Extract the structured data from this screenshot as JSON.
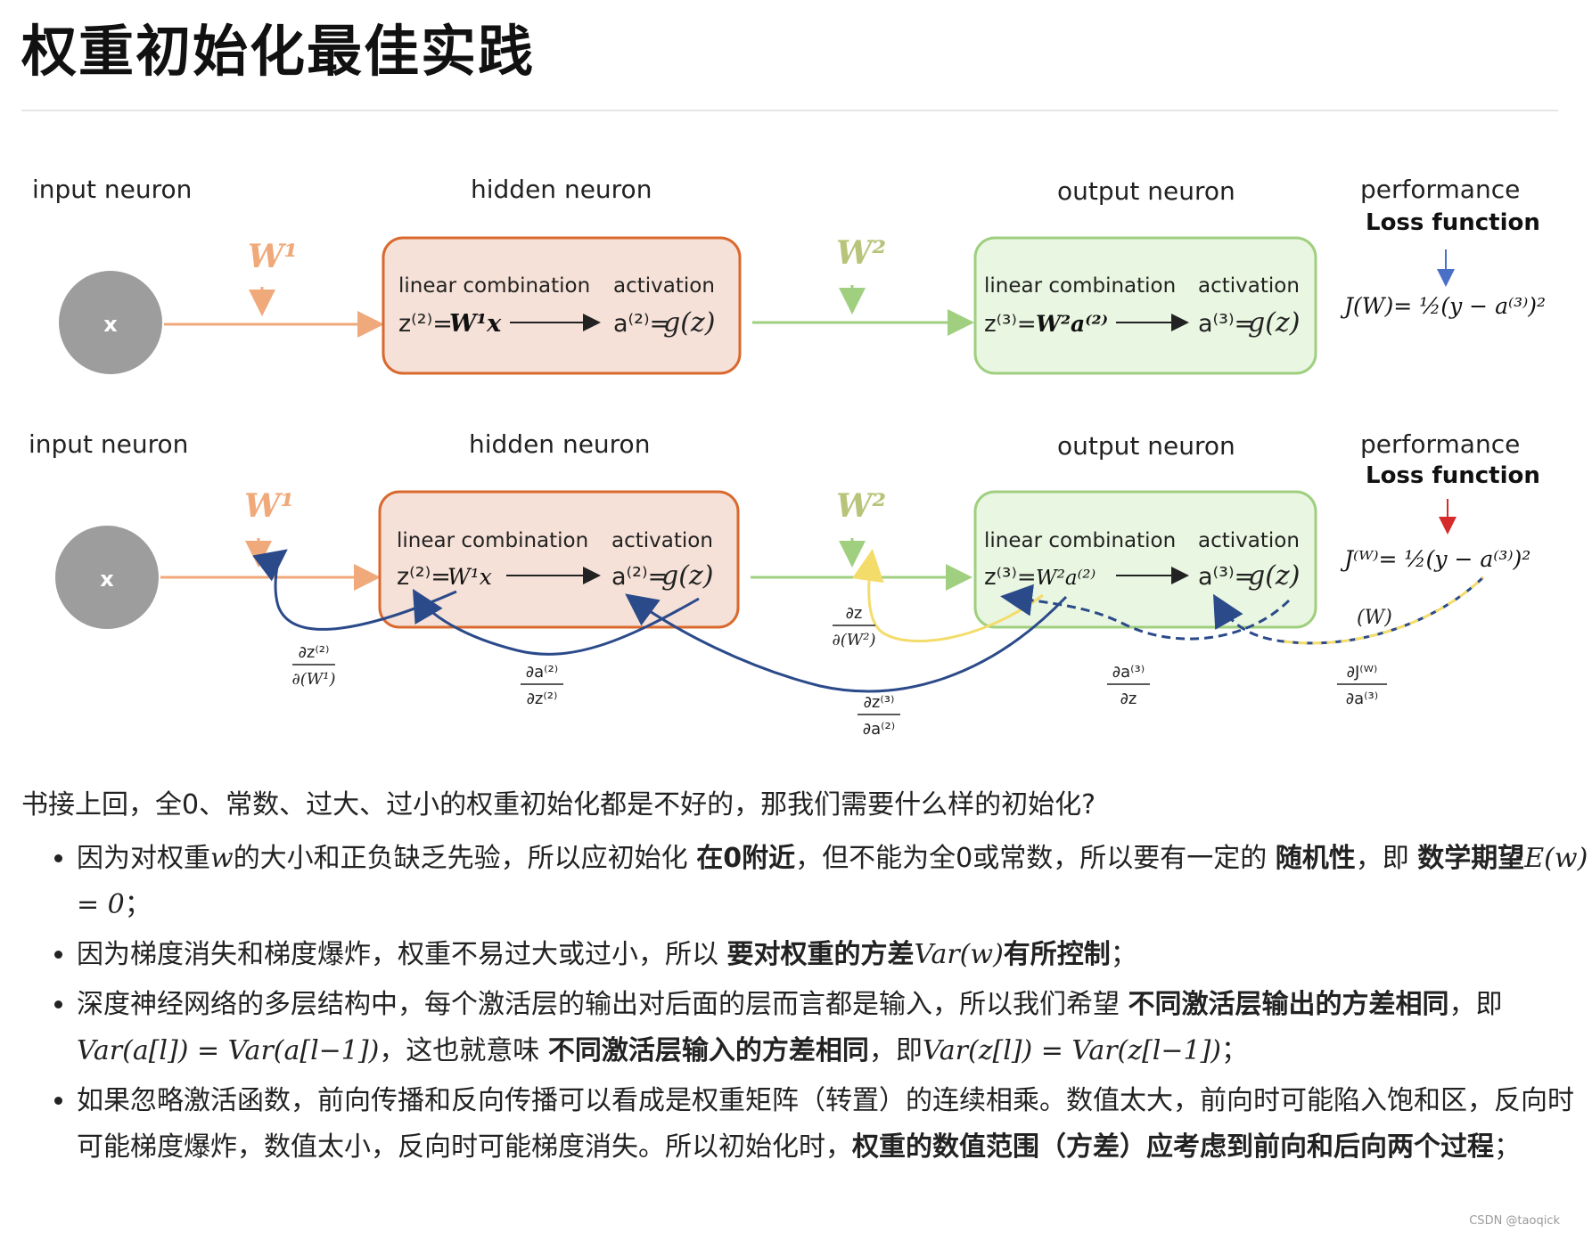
{
  "title": "权重初始化最佳实践",
  "diagram": {
    "labels": {
      "input": "input neuron",
      "hidden": "hidden neuron",
      "output": "output neuron",
      "performance": "performance",
      "loss": "Loss function",
      "x": "x",
      "w1": "W¹",
      "w2": "W²",
      "linear": "linear combination",
      "activation": "activation",
      "z2_a": "z⁽²⁾=",
      "z2_b": "W¹x",
      "a2_a": "a⁽²⁾=",
      "g_z": "g(z)",
      "z3_a": "z⁽³⁾=",
      "z3_b": "W²a⁽²⁾",
      "a3_a": "a⁽³⁾=",
      "loss_formula": "J(W)= ½(y − a⁽³⁾)²",
      "loss_formula2": "J⁽ᵂ⁾= ½(y − a⁽³⁾)²",
      "w_label": "(W)"
    },
    "derivatives": {
      "d1_num": "∂z⁽²⁾",
      "d1_den": "∂(W¹)",
      "d2_num": "∂a⁽²⁾",
      "d2_den": "∂z⁽²⁾",
      "d3_num": "∂z",
      "d3_den": "∂(W²)",
      "d4_num": "∂z⁽³⁾",
      "d4_den": "∂a⁽²⁾",
      "d5_num": "∂a⁽³⁾",
      "d5_den": "∂z",
      "d6_num": "∂J⁽ᵂ⁾",
      "d6_den": "∂a⁽³⁾"
    },
    "colors": {
      "orange": "#f0a97a",
      "hidden_fill": "#f5e1d8",
      "hidden_border": "#d9692e",
      "green": "#9fcf7f",
      "output_fill": "#e9f6e1",
      "output_border": "#9fcf7f",
      "neuron": "#9d9d9d",
      "blue": "#2b4a8a",
      "yellow": "#f3dc6a",
      "red": "#d62b2b"
    }
  },
  "intro": "书接上回，全0、常数、过大、过小的权重初始化都是不好的，那我们需要什么样的初始化?",
  "bullets": {
    "b1": {
      "t1": "因为对权重",
      "m1": "w",
      "t2": "的大小和正负缺乏先验，所以应初始化 ",
      "b1": "在0附近",
      "t3": "，但不能为全0或常数，所以要有一定的 ",
      "b2": "随机性",
      "t4": "，即 ",
      "b3": "数学期望",
      "m2": "E(w) = 0",
      "t5": "；"
    },
    "b2": {
      "t1": "因为梯度消失和梯度爆炸，权重不易过大或过小，所以 ",
      "b1": "要对权重的方差",
      "m1": "Var(w)",
      "b2": "有所控制",
      "t2": "；"
    },
    "b3": {
      "t1": "深度神经网络的多层结构中，每个激活层的输出对后面的层而言都是输入，所以我们希望 ",
      "b1": "不同激活层输出的方差相同",
      "t2": "，即",
      "m1": "Var(a[l]) = Var(a[l−1])",
      "t3": "，这也就意味 ",
      "b2": "不同激活层输入的方差相同",
      "t4": "，即",
      "m2": "Var(z[l]) = Var(z[l−1])",
      "t5": "；"
    },
    "b4": {
      "t1": "如果忽略激活函数，前向传播和反向传播可以看成是权重矩阵（转置）的连续相乘。数值太大，前向时可能陷入饱和区，反向时可能梯度爆炸，数值太小，反向时可能梯度消失。所以初始化时，",
      "b1": "权重的数值范围（方差）应考虑到前向和后向两个过程",
      "t2": "；"
    }
  },
  "watermark": "CSDN @taoqick"
}
